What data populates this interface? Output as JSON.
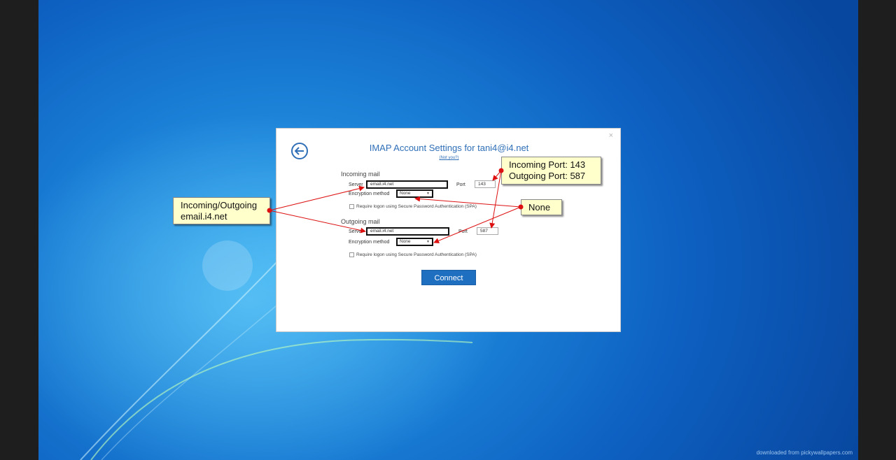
{
  "dialog": {
    "title": "IMAP Account Settings for tani4@i4.net",
    "not_you": "(Not you?)",
    "close": "×",
    "incoming": {
      "heading": "Incoming mail",
      "server_label": "Server",
      "server_value": "email.i4.net",
      "port_label": "Port",
      "port_value": "143",
      "encryption_label": "Encryption method",
      "encryption_value": "None",
      "spa_label": "Require logon using Secure Password Authentication (SPA)"
    },
    "outgoing": {
      "heading": "Outgoing mail",
      "server_label": "Server",
      "server_value": "email.i4.net",
      "port_label": "Port",
      "port_value": "587",
      "encryption_label": "Encryption method",
      "encryption_value": "None",
      "spa_label": "Require logon using Secure Password Authentication (SPA)"
    },
    "connect_label": "Connect"
  },
  "callouts": {
    "server_line1": "Incoming/Outgoing",
    "server_line2": "email.i4.net",
    "ports_line1": "Incoming Port: 143",
    "ports_line2": "Outgoing Port: 587",
    "encryption": "None"
  },
  "watermark": "downloaded from pickywallpapers.com",
  "colors": {
    "accent": "#2f6fb7",
    "connect": "#1f6fc1",
    "callout_bg": "#ffffcc",
    "arrow": "#dd1111"
  }
}
